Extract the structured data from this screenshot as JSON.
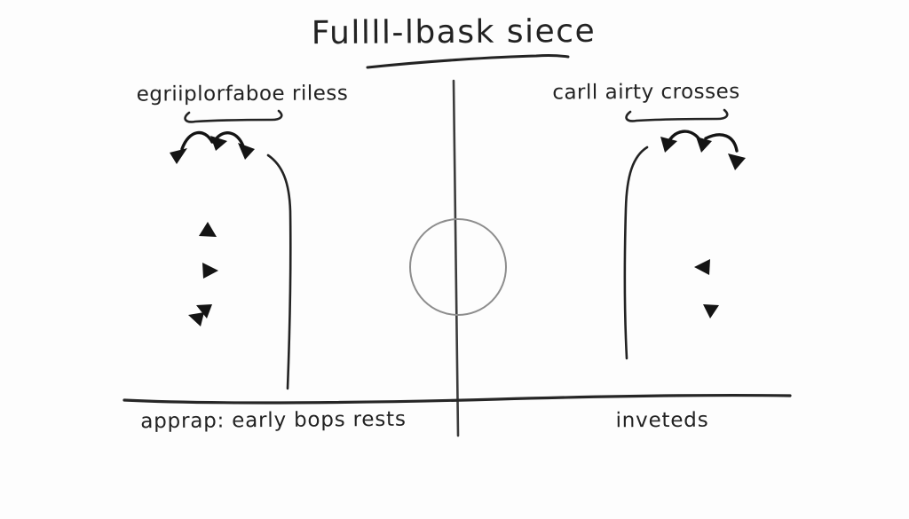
{
  "board": {
    "title": "Fullll-lbask siece",
    "left_section": {
      "label": "egriiplorfaboe riless",
      "caption": "apprap: early bops rests"
    },
    "right_section": {
      "label": "carll airty crosses",
      "caption": "inveteds"
    },
    "colors": {
      "ink": "#1f1f1f",
      "stroke": "#232323",
      "halfway_line": "#3c3c3c",
      "center_circle": "#8d8d8d",
      "background": "#fdfdfd"
    },
    "icons": {
      "player_markers": "solid-triangle",
      "run_paths": "hop-arc-arrow",
      "label_underline": "curly-underbrace"
    }
  }
}
